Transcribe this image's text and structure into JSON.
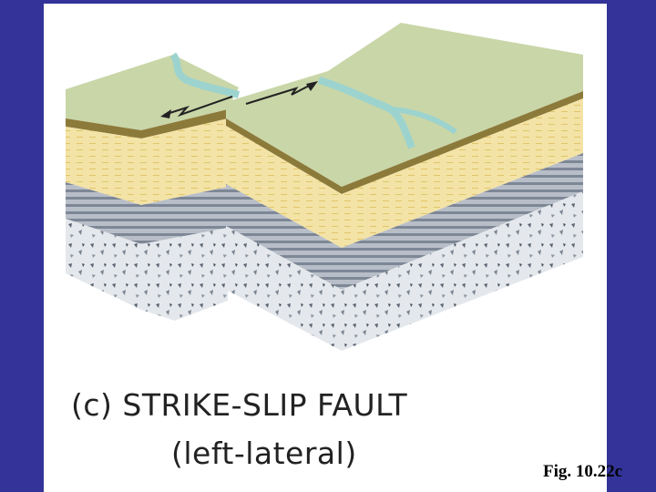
{
  "caption": {
    "title": "(c) STRIKE-SLIP FAULT",
    "subtitle": "(left-lateral)"
  },
  "figure_ref": "Fig. 10.22c",
  "colors": {
    "background": "#333399",
    "panel": "#ffffff",
    "ground_surface": "#c9d6a8",
    "stream": "#9cd3cf",
    "sandstone": "#f3e3a6",
    "shale": "#9ea7b3",
    "granite": "#e4e8ec"
  },
  "icons": [
    "arrow-left-icon",
    "arrow-right-icon"
  ]
}
